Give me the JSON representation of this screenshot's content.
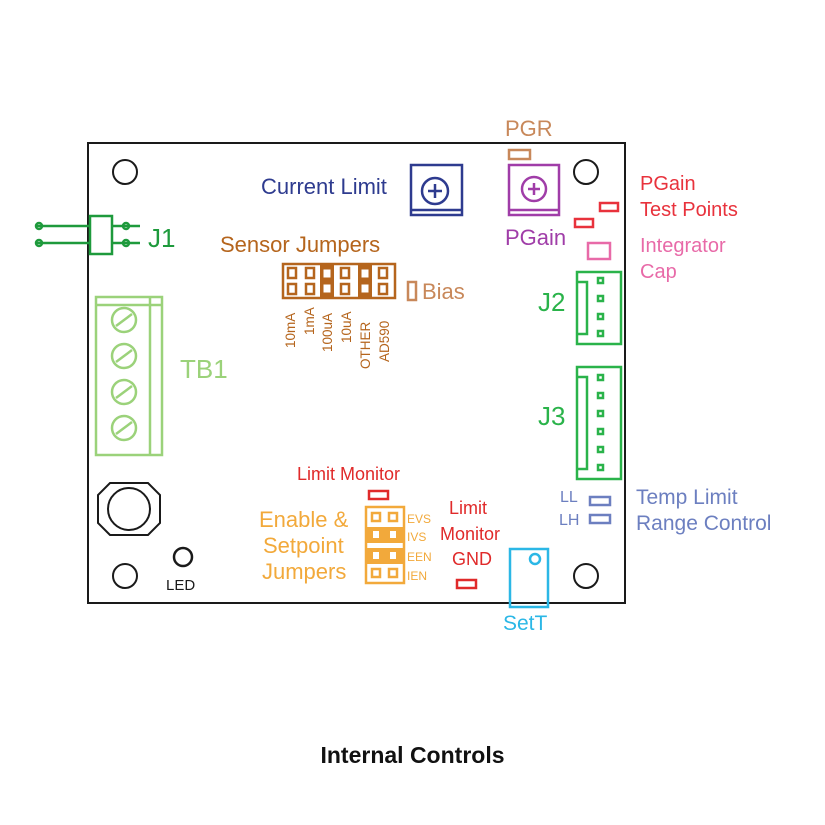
{
  "caption": "Internal Controls",
  "labels": {
    "pgr": "PGR",
    "current_limit": "Current Limit",
    "pgain_test_points_line1": "PGain",
    "pgain_test_points_line2": "Test Points",
    "j1": "J1",
    "sensor_jumpers": "Sensor Jumpers",
    "pgain": "PGain",
    "integrator_cap_line1": "Integrator",
    "integrator_cap_line2": "Cap",
    "bias": "Bias",
    "j2": "J2",
    "tb1": "TB1",
    "j3": "J3",
    "limit_monitor": "Limit Monitor",
    "enable_line1": "Enable &",
    "enable_line2": "Setpoint",
    "enable_line3": "Jumpers",
    "limit_monitor_gnd_line1": "Limit",
    "limit_monitor_gnd_line2": "Monitor",
    "limit_monitor_gnd_line3": "GND",
    "ll": "LL",
    "lh": "LH",
    "temp_limit_line1": "Temp Limit",
    "temp_limit_line2": "Range Control",
    "led": "LED",
    "sett": "SetT"
  },
  "sensor_jumper_options": [
    "10mA",
    "1mA",
    "100uA",
    "10uA",
    "OTHER",
    "AD590"
  ],
  "enable_jumper_options": [
    "EVS",
    "IVS",
    "EEN",
    "IEN"
  ],
  "colors": {
    "board_outline": "#1a1a1a",
    "current_limit": "#2e3b8f",
    "pgr": "#c8885a",
    "pgain": "#a03da8",
    "pgain_test_points": "#e8323c",
    "integrator_cap": "#e86aa8",
    "j1": "#1e9a3c",
    "j2_j3": "#2ab34a",
    "tb1": "#9bd27a",
    "sensor_jumpers": "#b5651d",
    "enable_jumpers": "#f2a93b",
    "limit_monitor": "#e02a2a",
    "temp_limit": "#6c7fc0",
    "sett": "#2bb7e6"
  }
}
